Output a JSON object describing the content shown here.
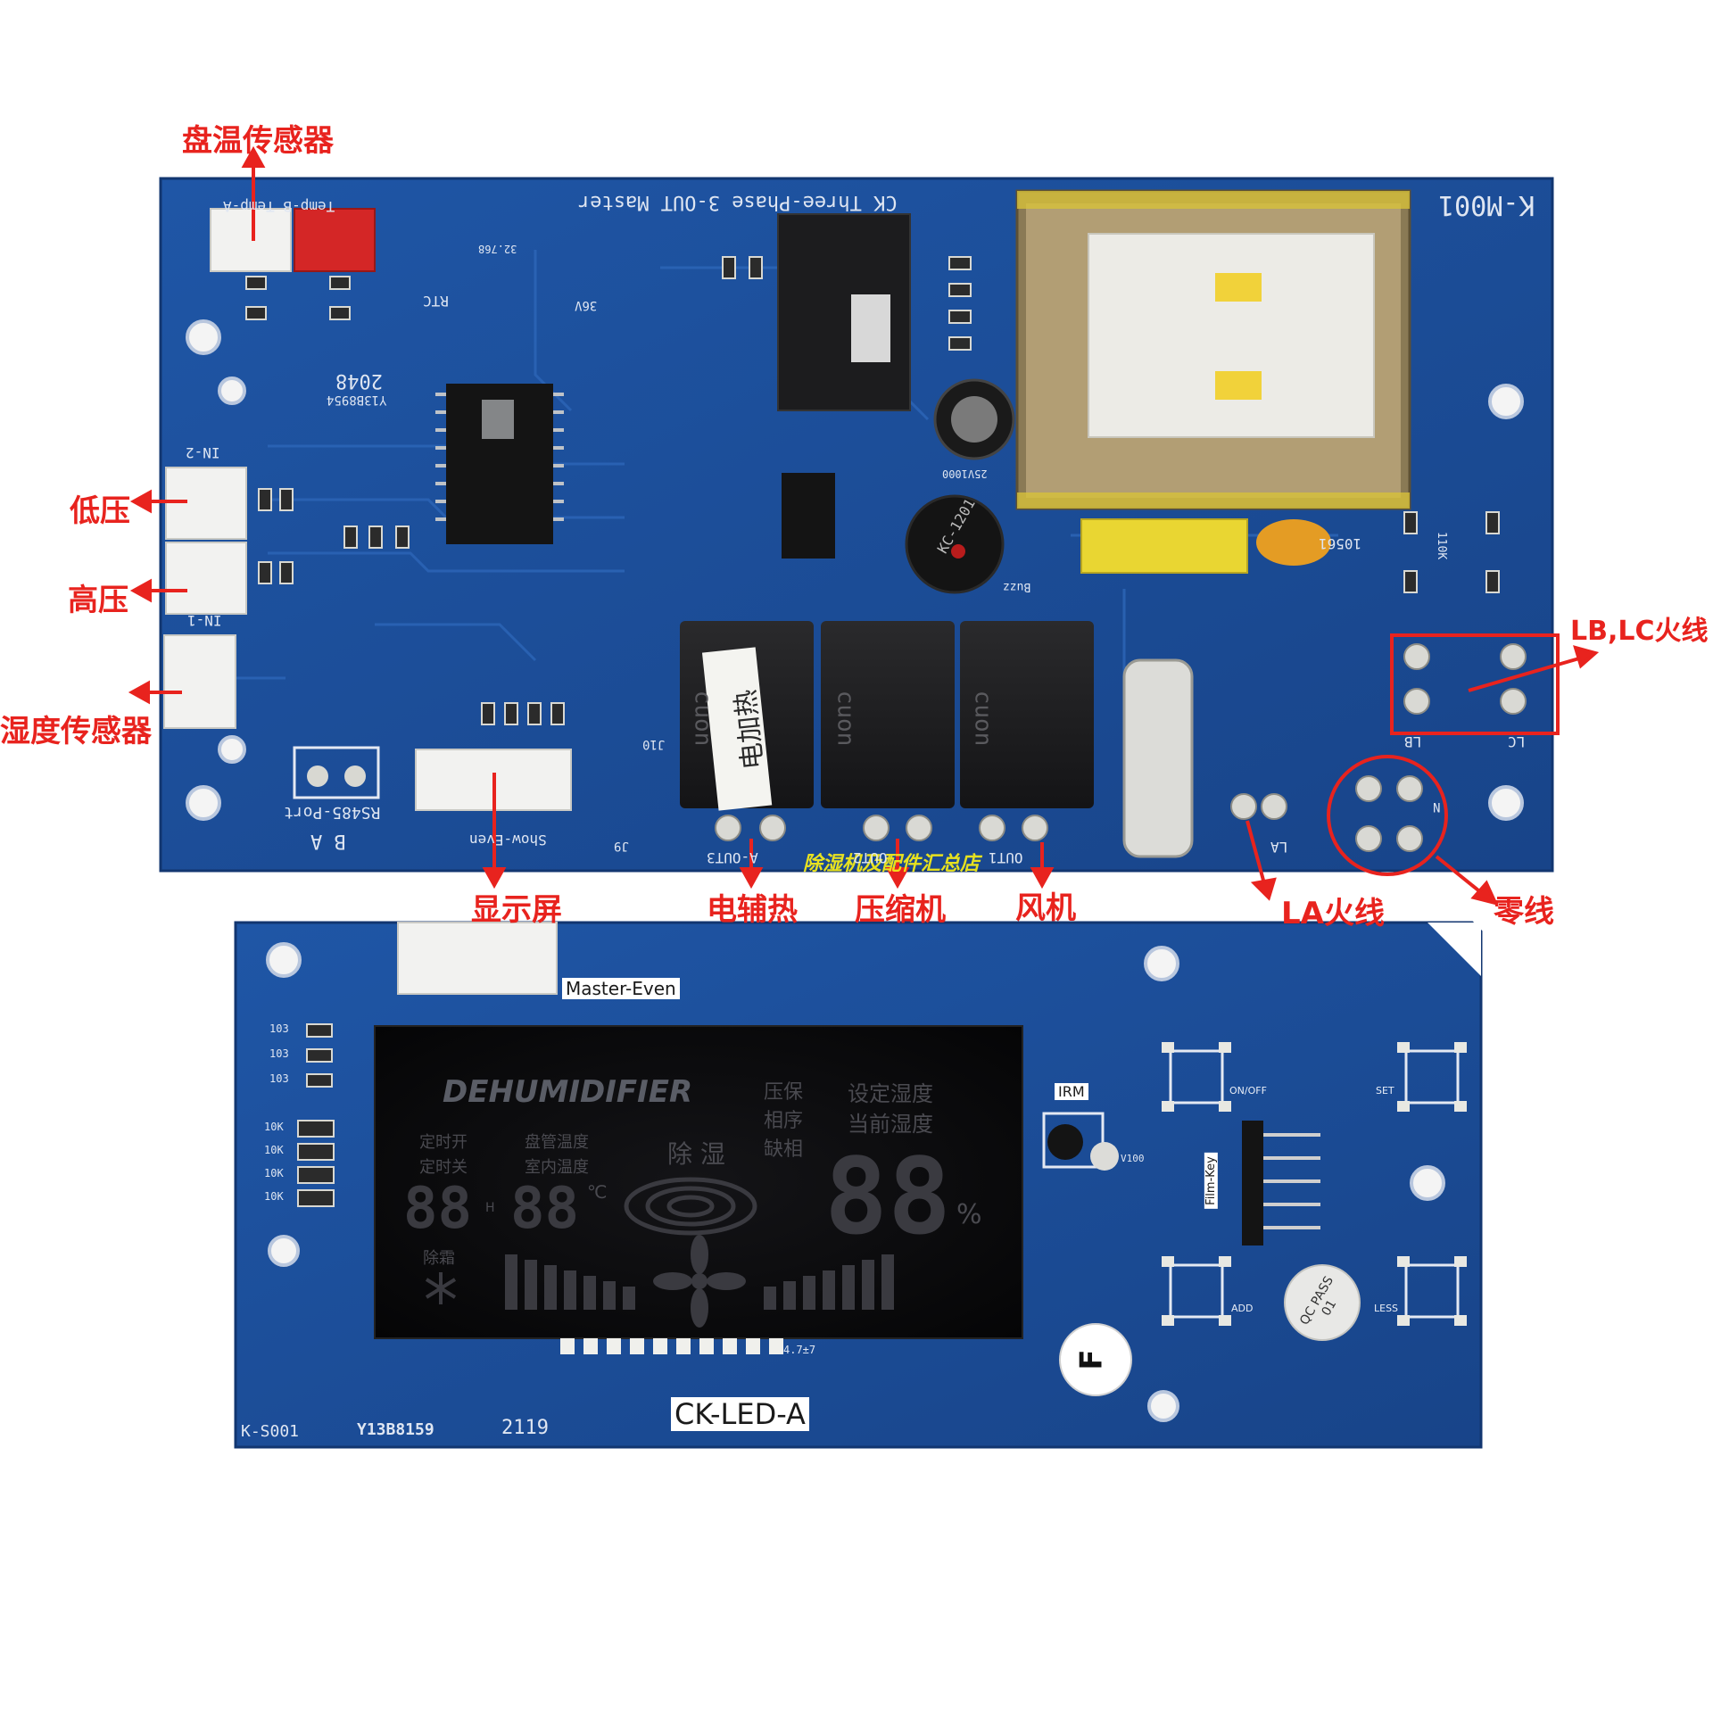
{
  "annotations": {
    "coil_temp_sensor": "盘温传感器",
    "low_pressure": "低压",
    "high_pressure": "高压",
    "humidity_sensor": "湿度传感器",
    "display": "显示屏",
    "electric_heater": "电辅热",
    "compressor": "压缩机",
    "fan": "风机",
    "la_live": "LA火线",
    "neutral": "零线",
    "lb_lc_live": "LB,LC火线"
  },
  "watermark": "除湿机及配件汇总店",
  "main_board": {
    "model": "K-M001",
    "title": "CK Three-Phase 3-OUT Master",
    "temp_connector": "Temp-B Temp-A",
    "in2": "IN-2",
    "in1": "IN-1",
    "rs485": "RS485-Port",
    "rs485_pins": "B  A",
    "show_even": "Show-Even",
    "j9": "J9",
    "j10": "J10",
    "out3": "A-OUT3",
    "out2": "OUT2",
    "out1": "OUT1",
    "la": "LA",
    "n": "N",
    "lb": "LB",
    "lc": "LC",
    "batch": "Y13B8954",
    "date": "2048",
    "rtc": "RTC",
    "buzz": "Buzz",
    "relay_tag": "电加热",
    "relay_brand": "cuon",
    "cap_label": "25V1000",
    "buzzer_model": "KC-1201",
    "varistor": "10561",
    "resistor_110k": "110K",
    "xtal": "32.768",
    "cap_36v": "36V"
  },
  "display_board": {
    "model": "CK-LED-A",
    "serial": "K-S001",
    "batch": "Y13B8159",
    "date": "2119",
    "connector": "Master-Even",
    "irm": "IRM",
    "film_key": "Film-Key",
    "on_off": "ON/OFF",
    "set": "SET",
    "add": "ADD",
    "less": "LESS",
    "qc_pass": "QC PASS 01",
    "f_sticker": "F",
    "res_103": "103",
    "res_10k": "10K",
    "cap_47": "4.7±7",
    "v100": "V100",
    "lcd": {
      "brand": "DEHUMIDIFIER",
      "timer_on": "定时开",
      "timer_off": "定时关",
      "coil_temp": "盘管温度",
      "room_temp": "室内温度",
      "dehumidify": "除 湿",
      "pressure_protect": "压保",
      "phase_seq": "相序",
      "phase_loss": "缺相",
      "set_humidity": "设定湿度",
      "current_humidity": "当前湿度",
      "defrost": "除霜",
      "digits_timer": "88",
      "digits_temp": "88",
      "digits_humidity": "88",
      "unit_h": "H",
      "unit_c": "℃",
      "unit_pct": "%"
    }
  },
  "colors": {
    "pcb_blue": "#1d4f9c",
    "pcb_blue_dark": "#163e7e",
    "annotation_red": "#e8231e",
    "lcd_black": "#0c0c0e",
    "watermark_yellow": "#f2ea1a"
  }
}
